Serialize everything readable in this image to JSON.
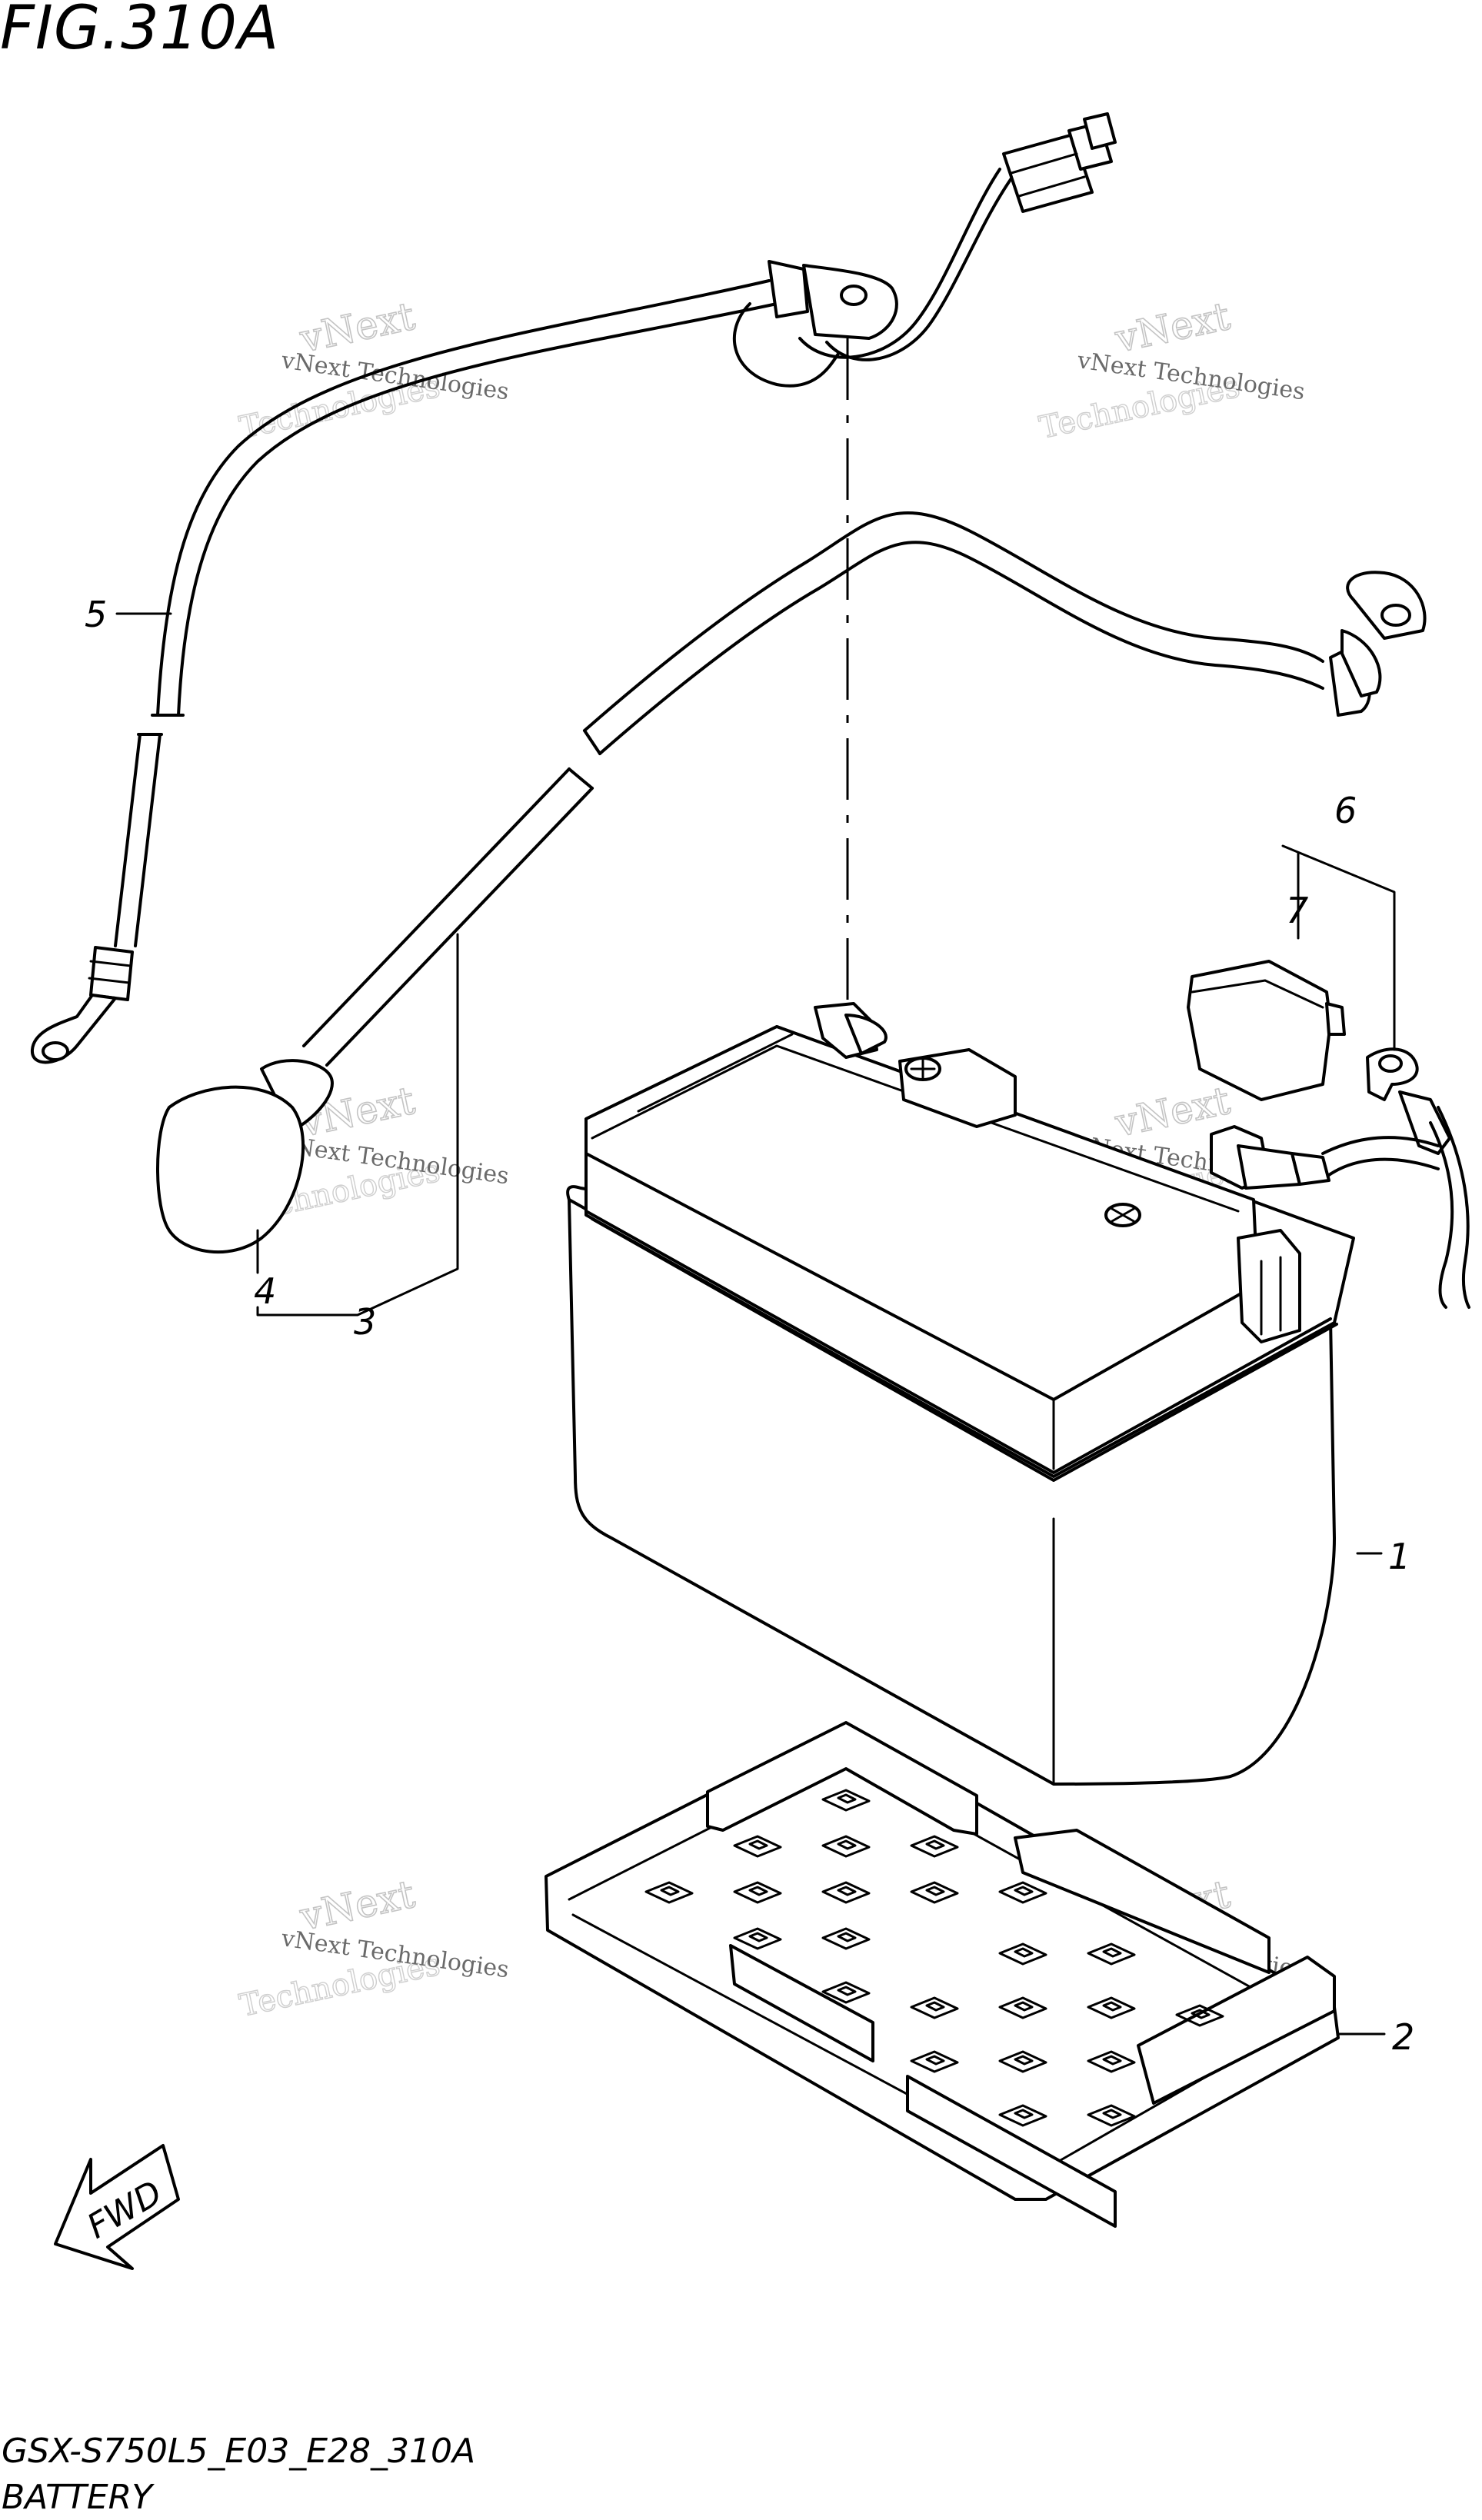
{
  "figure": {
    "title": "FIG.310A"
  },
  "footer": {
    "model_code": "GSX-S750L5_E03_E28_310A",
    "section_name": "BATTERY"
  },
  "watermark": {
    "line_small": "vNext Technologies",
    "line_a": "vNext",
    "line_b": "Technologies"
  },
  "fwd_label": "FWD",
  "callouts": [
    {
      "id": "1",
      "part": "battery"
    },
    {
      "id": "2",
      "part": "battery-tray"
    },
    {
      "id": "3",
      "part": "negative-lead-wire"
    },
    {
      "id": "4",
      "part": "terminal-cap"
    },
    {
      "id": "5",
      "part": "starter-motor-lead-wire"
    },
    {
      "id": "6",
      "part": "positive-lead-wire"
    },
    {
      "id": "7",
      "part": "positive-terminal-cover"
    }
  ]
}
